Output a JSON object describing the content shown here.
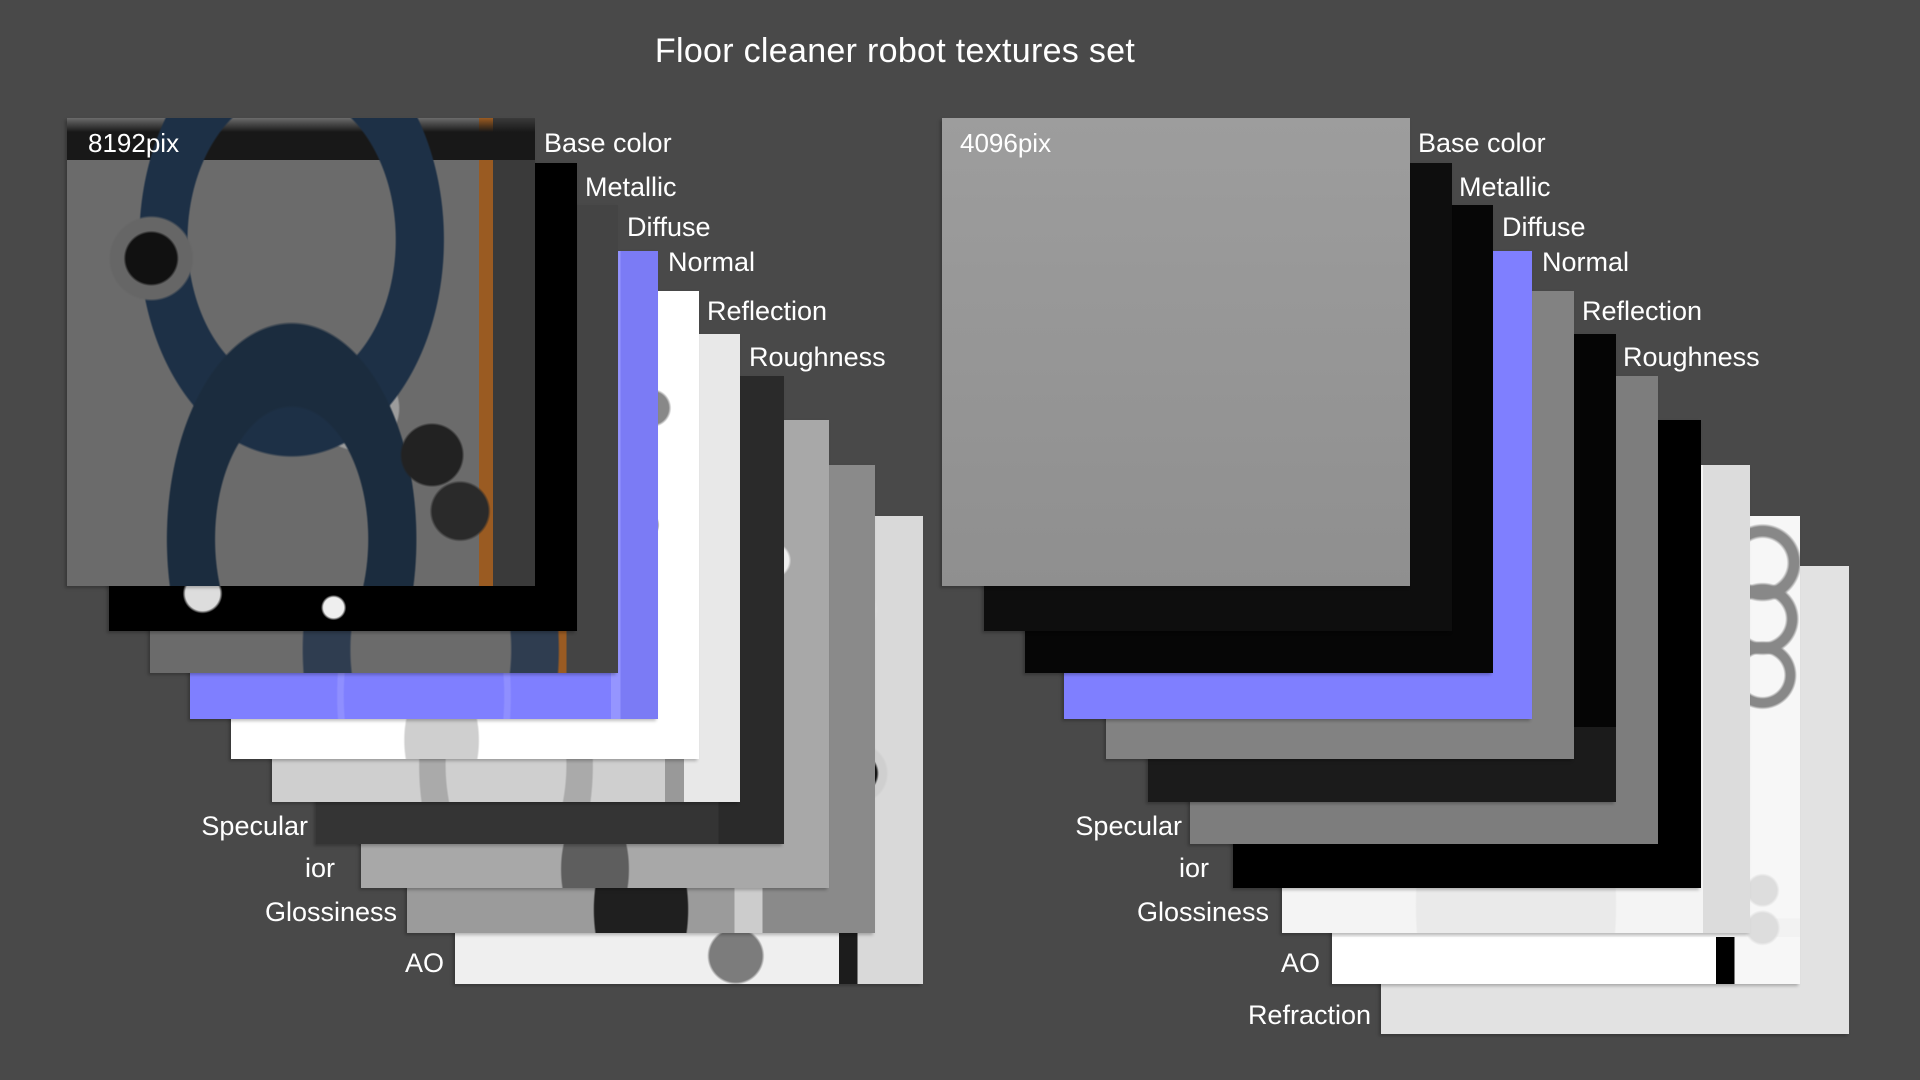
{
  "title": "Floor cleaner robot textures set",
  "left_set": {
    "resolution": "8192pix",
    "labels": {
      "base_color": "Base color",
      "metallic": "Metallic",
      "diffuse": "Diffuse",
      "normal": "Normal",
      "reflection": "Reflection",
      "roughness": "Roughness",
      "specular": "Specular",
      "ior": "ior",
      "glossiness": "Glossiness",
      "ao": "AO"
    }
  },
  "right_set": {
    "resolution": "4096pix",
    "labels": {
      "base_color": "Base color",
      "metallic": "Metallic",
      "diffuse": "Diffuse",
      "normal": "Normal",
      "reflection": "Reflection",
      "roughness": "Roughness",
      "specular": "Specular",
      "ior": "ior",
      "glossiness": "Glossiness",
      "ao": "AO",
      "refraction": "Refraction"
    }
  },
  "colors": {
    "background": "#494949",
    "normal_map": "#7f7fff",
    "text": "#ffffff"
  }
}
